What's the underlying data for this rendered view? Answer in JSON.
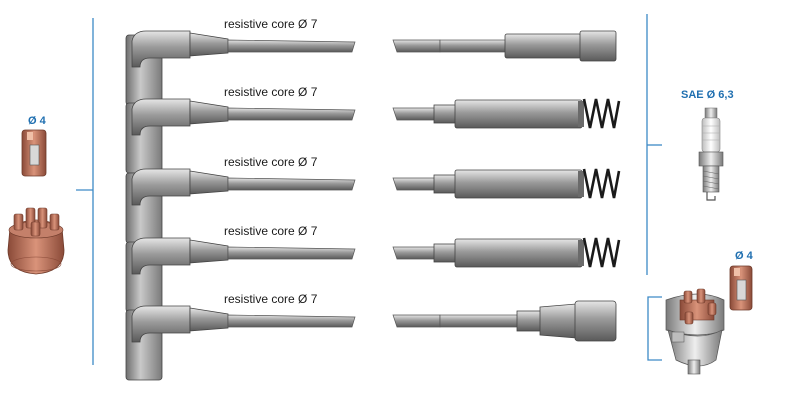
{
  "leads": [
    {
      "label": "resistive core Ø 7",
      "end": "plain"
    },
    {
      "label": "resistive core Ø 7",
      "end": "spring"
    },
    {
      "label": "resistive core Ø 7",
      "end": "spring"
    },
    {
      "label": "resistive core Ø 7",
      "end": "spring"
    },
    {
      "label": "resistive core Ø 7",
      "end": "coil"
    }
  ],
  "labels": {
    "left_diameter": "Ø 4",
    "spark_plug": "SAE Ø 6,3",
    "right_diameter": "Ø 4"
  },
  "colors": {
    "cable": "#8c8c8c",
    "cable_light": "#c4c4c4",
    "cap": "#b46e5a",
    "bracket": "#3d8ac7",
    "blue_text": "#1f6fb0"
  }
}
